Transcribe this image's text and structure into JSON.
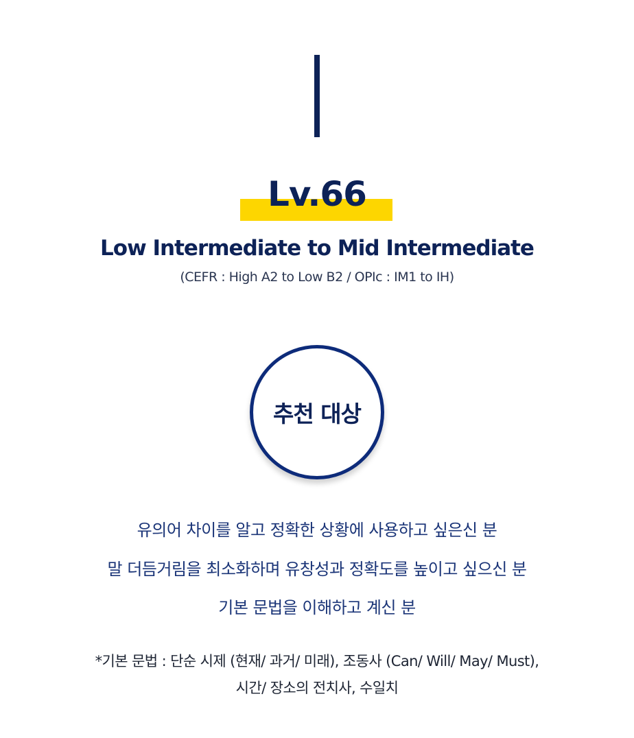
{
  "level": "Lv.66",
  "title": "Low Intermediate to Mid Intermediate",
  "equivalence": "(CEFR : High A2 to Low B2  / OPIc : IM1 to IH)",
  "badge": "추천 대상",
  "targets": [
    "유의어 차이를 알고 정확한 상황에 사용하고 싶은신 분",
    "말 더듬거림을 최소화하며 유창성과 정확도를 높이고 싶으신 분",
    "기본 문법을 이해하고 계신 분"
  ],
  "note": {
    "line1": "*기본 문법 : 단순 시제 (현재/ 과거/ 미래), 조동사 (Can/ Will/ May/ Must),",
    "line2": "시간/ 장소의 전치사, 수일치"
  },
  "colors": {
    "navy": "#0d2257",
    "highlight": "#fdd600",
    "circle_border": "#0d2b7a"
  }
}
